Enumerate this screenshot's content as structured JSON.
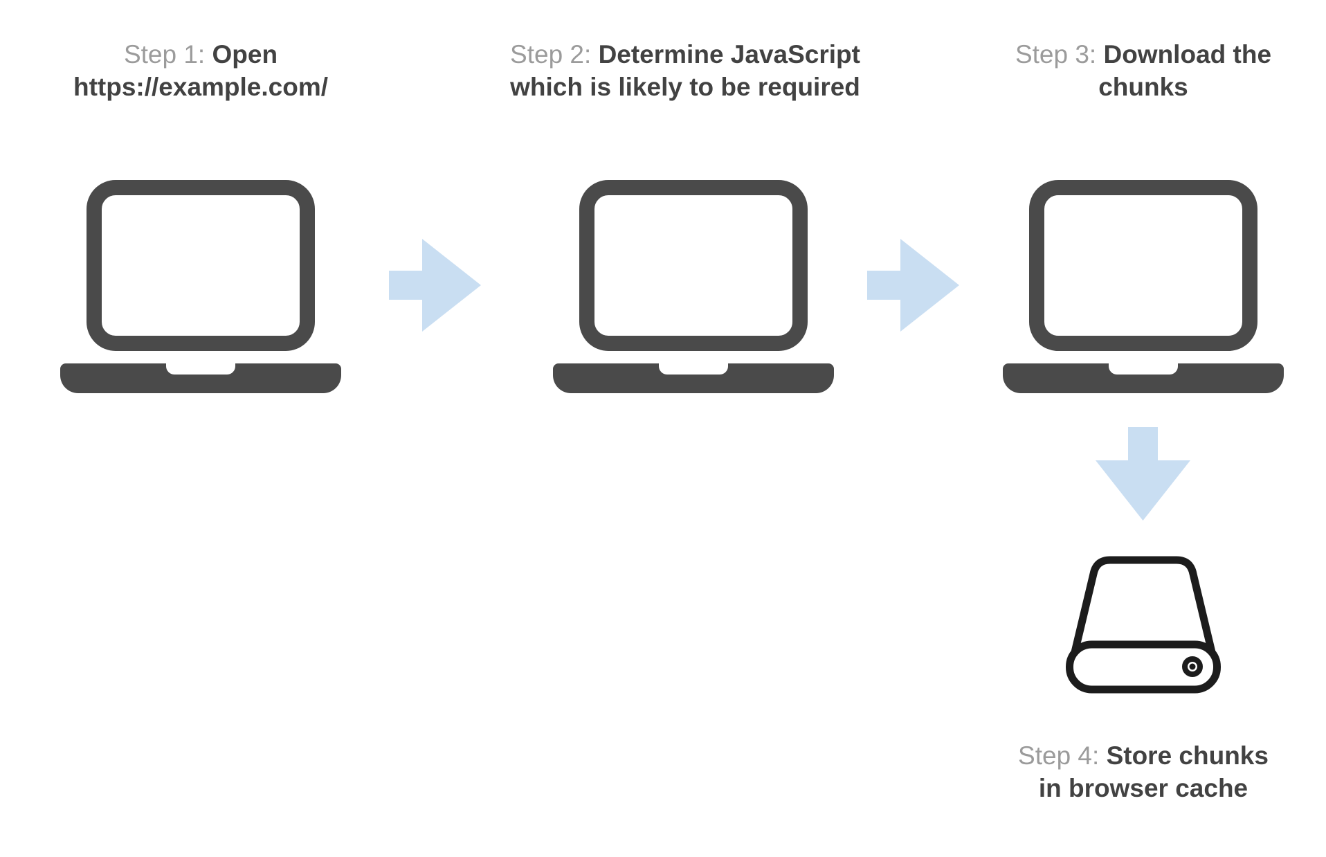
{
  "title": "Code-splitting download flow diagram",
  "background": "#ffffff",
  "colors": {
    "background": "#ffffff",
    "step_prefix": "#9b9b9b",
    "step_title": "#424242",
    "laptop": "#4a4a4a",
    "arrow": "#c9def2",
    "drive": "#1c1c1c"
  },
  "steps": [
    {
      "prefix": "Step 1: ",
      "title_line1": "Open",
      "title_line2": "https://example.com/",
      "icon": "laptop-icon"
    },
    {
      "prefix": "Step 2: ",
      "title_line1": "Determine JavaScript",
      "title_line2": "which is likely to be required",
      "icon": "laptop-icon"
    },
    {
      "prefix": "Step 3: ",
      "title_line1": "Download the",
      "title_line2": "chunks",
      "icon": "laptop-icon"
    },
    {
      "prefix": "Step 4: ",
      "title_line1": "Store chunks",
      "title_line2": "in browser cache",
      "icon": "hard-drive-icon"
    }
  ],
  "arrows": [
    {
      "direction": "right",
      "from": "step-1",
      "to": "step-2"
    },
    {
      "direction": "right",
      "from": "step-2",
      "to": "step-3"
    },
    {
      "direction": "down",
      "from": "step-3",
      "to": "step-4"
    }
  ]
}
